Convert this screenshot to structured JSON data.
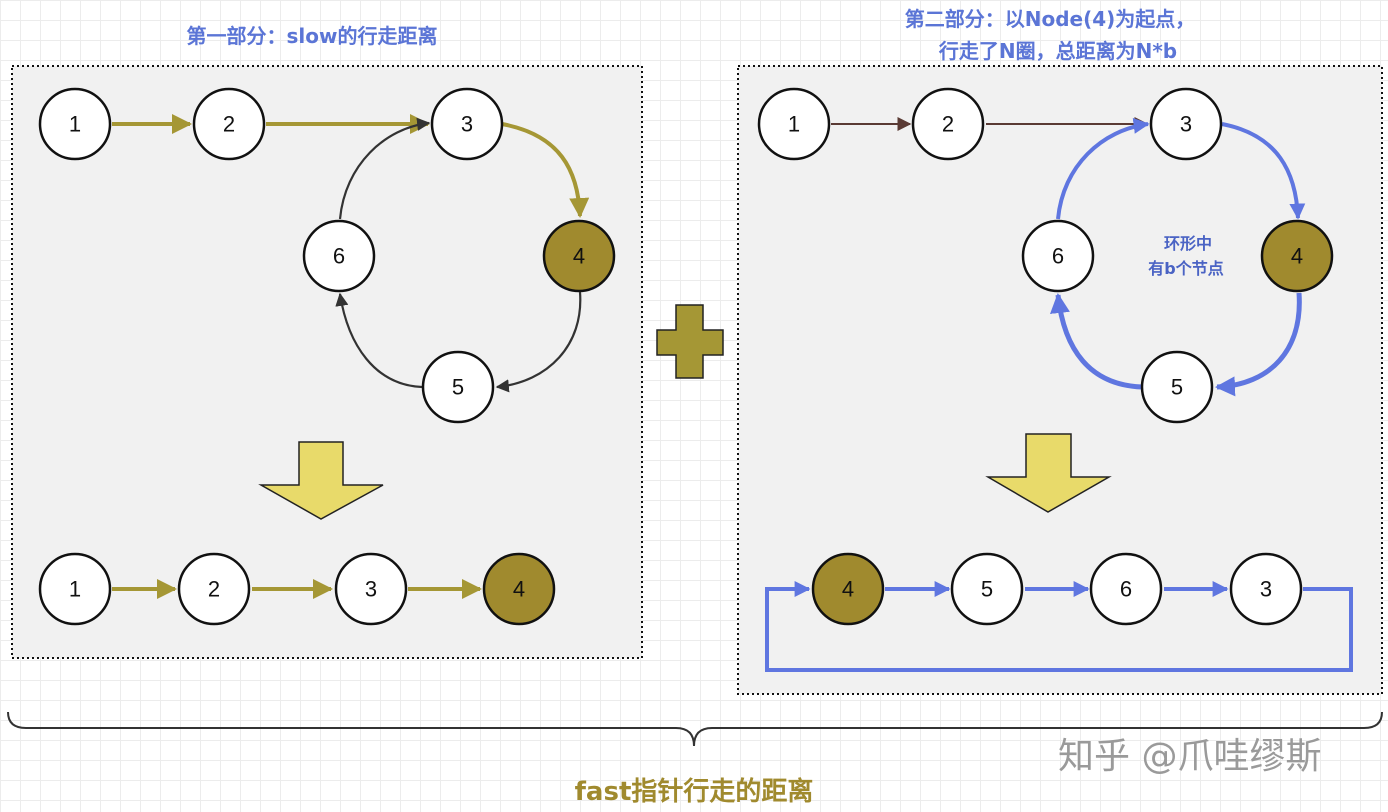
{
  "left_panel": {
    "title": "第一部分：slow的行走距离",
    "top_nodes": [
      "1",
      "2",
      "3",
      "4",
      "5",
      "6"
    ],
    "bottom_nodes": [
      "1",
      "2",
      "3",
      "4"
    ],
    "highlight_node": "4"
  },
  "right_panel": {
    "title_line1": "第二部分：以Node(4)为起点，",
    "title_line2": "行走了N圈，总距离为N*b",
    "cycle_note_line1": "环形中",
    "cycle_note_line2": "有b个节点",
    "top_nodes": [
      "1",
      "2",
      "3",
      "4",
      "5",
      "6"
    ],
    "bottom_nodes": [
      "4",
      "5",
      "6",
      "3"
    ],
    "highlight_node": "4"
  },
  "bottom_label": "fast指针行走的距离",
  "watermark": "知乎 @爪哇缪斯",
  "colors": {
    "title_blue": "#5b75d6",
    "gold_arrow": "#a59735",
    "highlight_node": "#a08a2e",
    "cycle_blue": "#5f76e0",
    "down_arrow_fill": "#e8da6a",
    "plus_fill": "#a59735"
  }
}
